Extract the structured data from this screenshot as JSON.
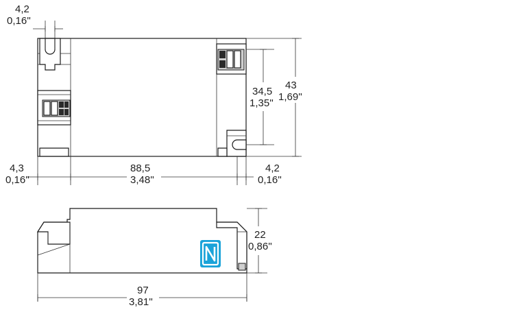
{
  "top_view": {
    "dim_slot_mm": "4,2",
    "dim_slot_in": "0,16''",
    "dim_left_mm": "4,3",
    "dim_left_in": "0,16''",
    "dim_length_mm": "88,5",
    "dim_length_in": "3,48''",
    "dim_right_mm": "4,2",
    "dim_right_in": "0,16''",
    "dim_mount_mm": "34,5",
    "dim_mount_in": "1,35''",
    "dim_width_mm": "43",
    "dim_width_in": "1,69''"
  },
  "side_view": {
    "dim_height_mm": "22",
    "dim_height_in": "0,86''",
    "dim_total_mm": "97",
    "dim_total_in": "3,81''",
    "nfc_logo_color": "#1aa3d9"
  }
}
